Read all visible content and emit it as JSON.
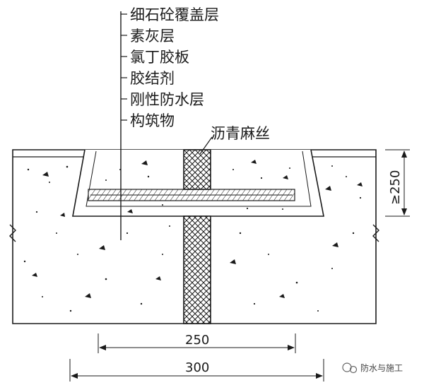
{
  "layers": [
    "细石砼覆盖层",
    "素灰层",
    "氯丁胶板",
    "胶结剂",
    "刚性防水层",
    "构筑物"
  ],
  "joint_filler_label": "沥青麻丝",
  "dimensions": {
    "depth": "≥250",
    "inner_width": "250",
    "outer_width": "300"
  },
  "watermark": "防水与施工",
  "colors": {
    "ink": "#1a1a1a",
    "background": "#ffffff"
  }
}
